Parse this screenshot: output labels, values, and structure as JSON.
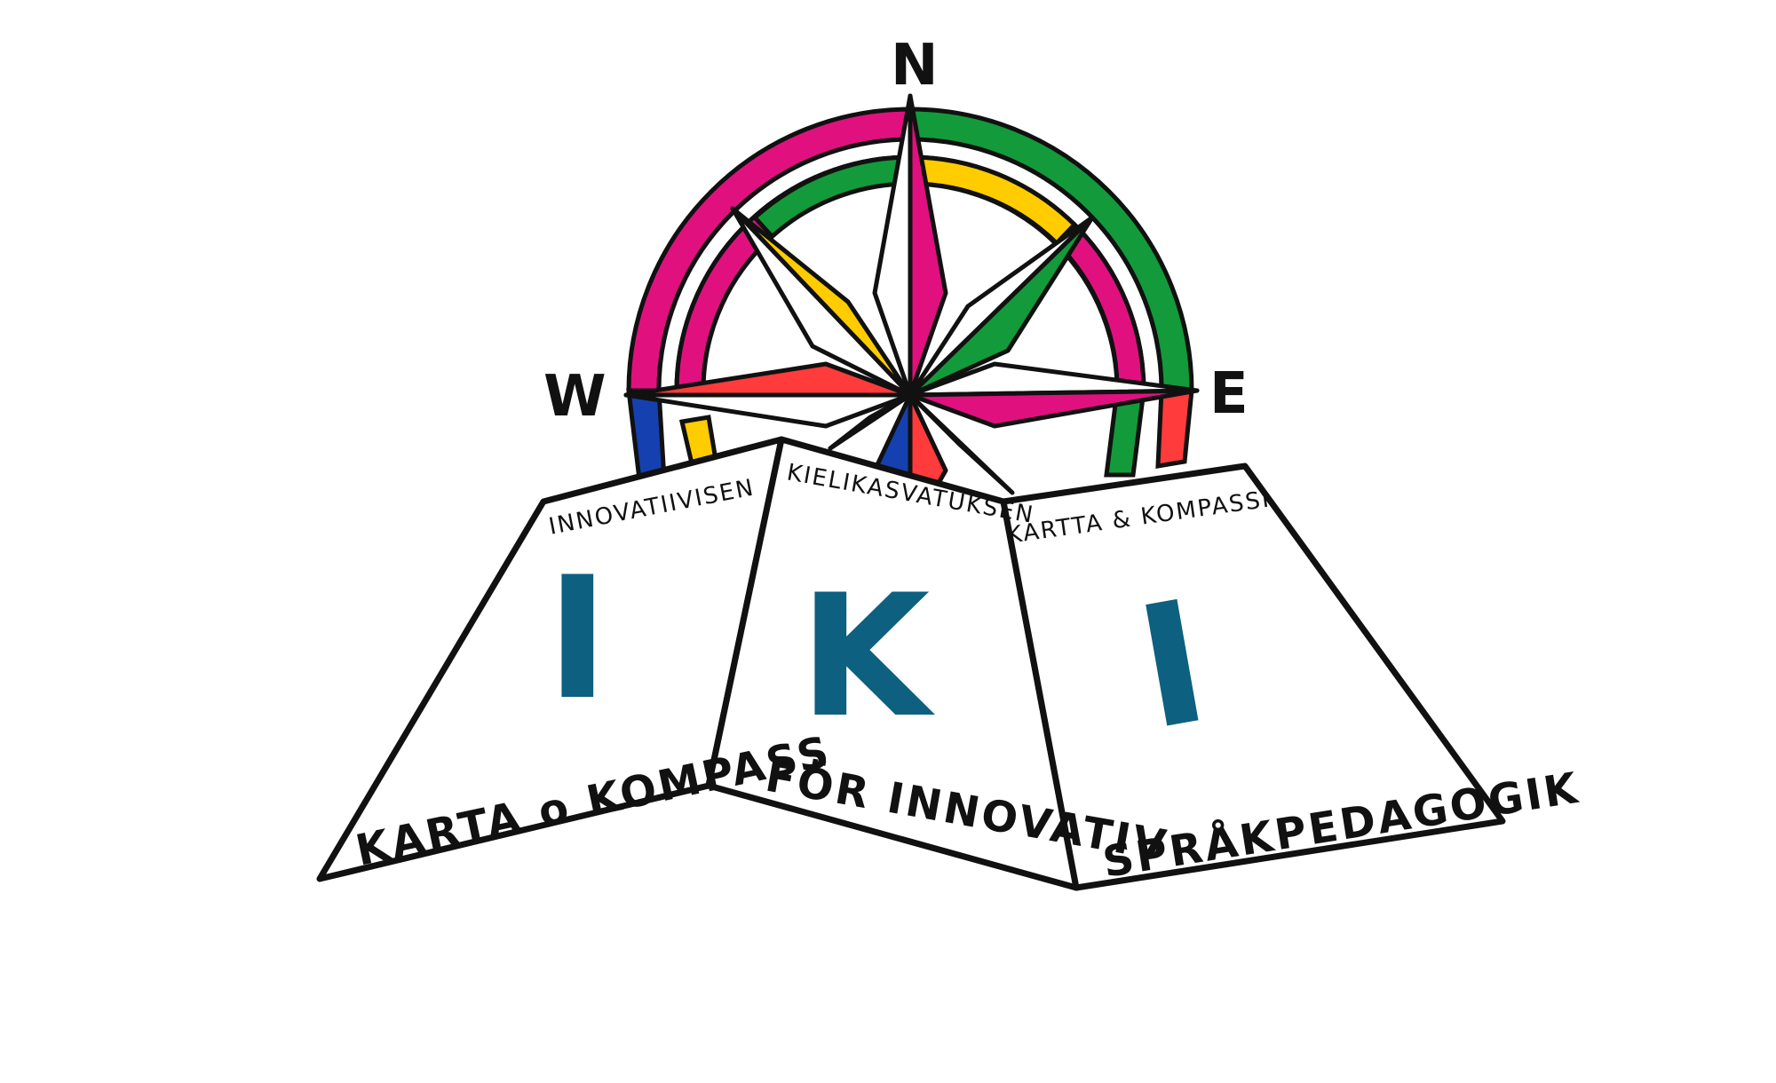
{
  "compass": {
    "north": "N",
    "west": "W",
    "east": "E"
  },
  "map": {
    "left_panel": {
      "top_text": "INNOVATIIVISEN",
      "letter": "I",
      "bottom_text": "KARTA o KOMPASS"
    },
    "middle_panel": {
      "top_text": "KIELIKASVATUKSEN",
      "letter": "K",
      "bottom_text": "FÖR INNOVATIV"
    },
    "right_panel": {
      "top_text": "KARTTA & KOMPASSI",
      "letter": "I",
      "bottom_text": "SPRÅKPEDAGOGIK"
    }
  },
  "colors": {
    "magenta": "#e0117f",
    "green": "#139a3b",
    "yellow": "#ffcc00",
    "red": "#ff3b3b",
    "blue": "#1540b0",
    "letter_teal": "#0d607f",
    "outline": "#111111"
  }
}
